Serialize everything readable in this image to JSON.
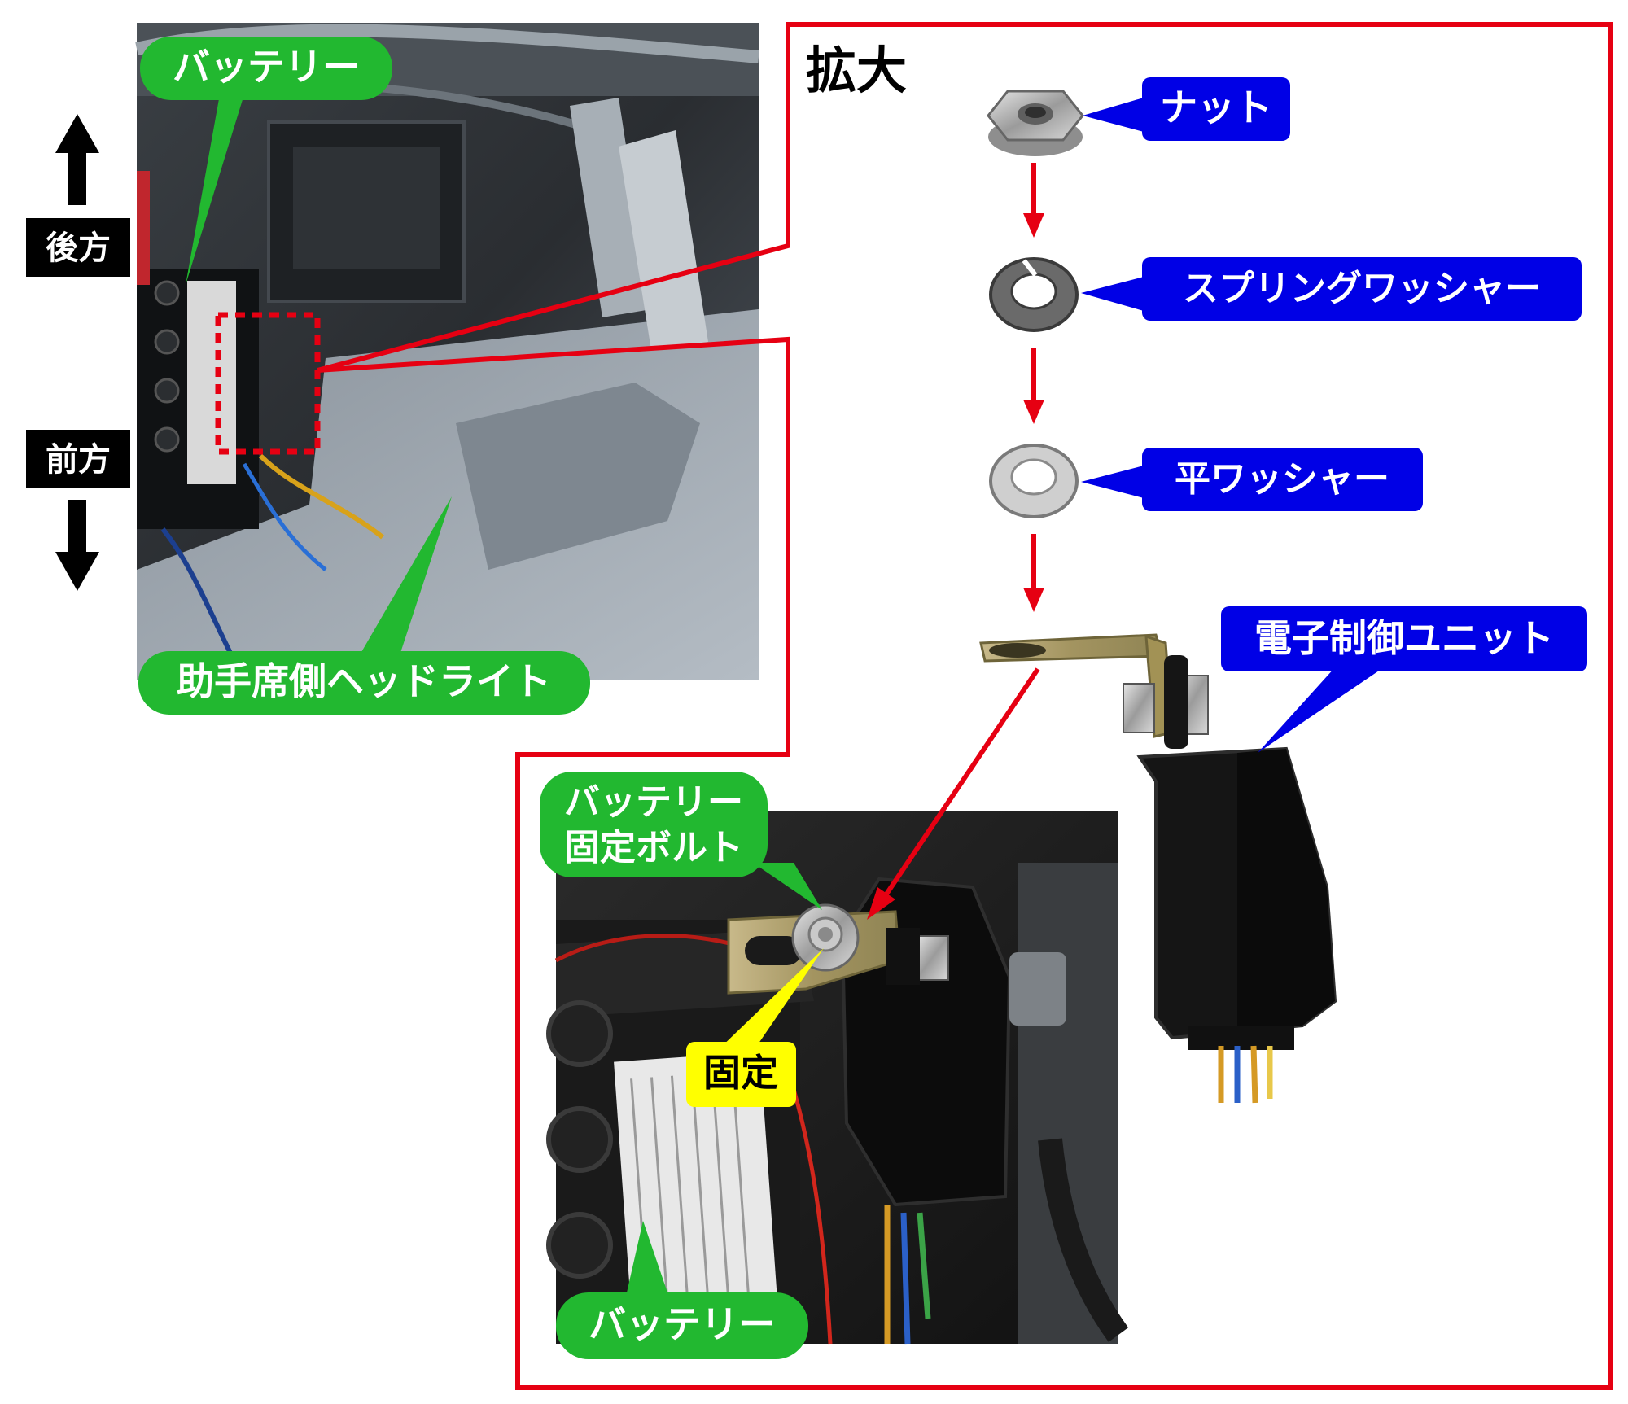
{
  "colors": {
    "green_label": "#22b830",
    "blue_label": "#0000e6",
    "yellow_label": "#ffff00",
    "red_outline": "#e60012",
    "black": "#000000",
    "white": "#ffffff"
  },
  "overview_photo": {
    "labels": {
      "battery": "バッテリー",
      "headlight": "助手席側ヘッドライト"
    },
    "direction": {
      "rear": "後方",
      "front": "前方"
    }
  },
  "zoom_panel": {
    "title": "拡大",
    "parts": {
      "nut": "ナット",
      "spring_washer": "スプリングワッシャー",
      "flat_washer": "平ワッシャー",
      "ecu": "電子制御ユニット"
    }
  },
  "detail_photo": {
    "labels": {
      "bolt_line1": "バッテリー",
      "bolt_line2": "固定ボルト",
      "fixed": "固定",
      "battery": "バッテリー"
    }
  }
}
